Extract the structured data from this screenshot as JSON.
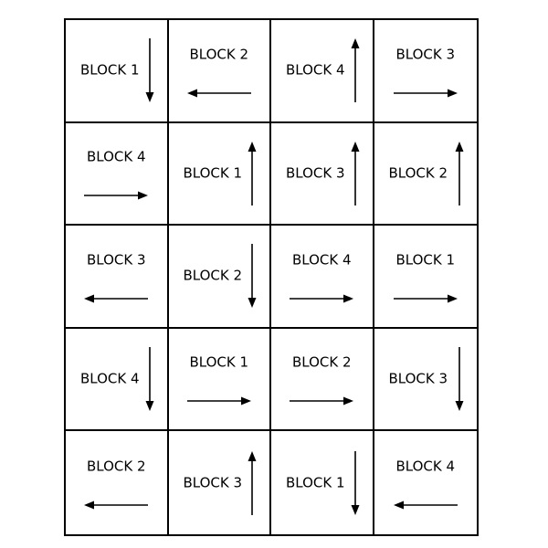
{
  "grid": {
    "rows": [
      [
        {
          "label": "BLOCK 1",
          "arrow": "down"
        },
        {
          "label": "BLOCK 2",
          "arrow": "left"
        },
        {
          "label": "BLOCK 4",
          "arrow": "up"
        },
        {
          "label": "BLOCK 3",
          "arrow": "right"
        }
      ],
      [
        {
          "label": "BLOCK 4",
          "arrow": "right"
        },
        {
          "label": "BLOCK 1",
          "arrow": "up"
        },
        {
          "label": "BLOCK 3",
          "arrow": "up"
        },
        {
          "label": "BLOCK 2",
          "arrow": "up"
        }
      ],
      [
        {
          "label": "BLOCK 3",
          "arrow": "left"
        },
        {
          "label": "BLOCK 2",
          "arrow": "down"
        },
        {
          "label": "BLOCK 4",
          "arrow": "right"
        },
        {
          "label": "BLOCK 1",
          "arrow": "right"
        }
      ],
      [
        {
          "label": "BLOCK 4",
          "arrow": "down"
        },
        {
          "label": "BLOCK 1",
          "arrow": "right"
        },
        {
          "label": "BLOCK 2",
          "arrow": "right"
        },
        {
          "label": "BLOCK 3",
          "arrow": "down"
        }
      ],
      [
        {
          "label": "BLOCK 2",
          "arrow": "left"
        },
        {
          "label": "BLOCK 3",
          "arrow": "up"
        },
        {
          "label": "BLOCK 1",
          "arrow": "down"
        },
        {
          "label": "BLOCK 4",
          "arrow": "left"
        }
      ]
    ]
  }
}
